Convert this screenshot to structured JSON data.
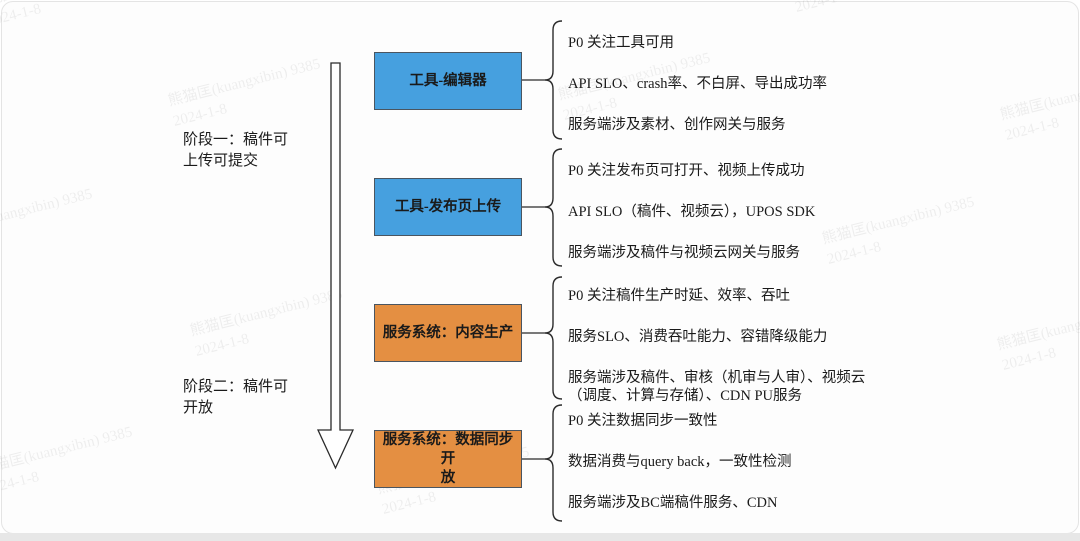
{
  "watermark": {
    "line1": "熊猫匡(kuangxibin) 9385",
    "line2": "2024-1-8"
  },
  "colors": {
    "blue": "#46A0DF",
    "orange": "#E48F42"
  },
  "phases": [
    {
      "label": "阶段一：稿件可\n上传可提交"
    },
    {
      "label": "阶段二：稿件可\n开放"
    }
  ],
  "groups": [
    {
      "box": "工具-编辑器",
      "color": "blue",
      "items": [
        "P0 关注工具可用",
        "API SLO、crash率、不白屏、导出成功率",
        "服务端涉及素材、创作网关与服务"
      ]
    },
    {
      "box": "工具-发布页上传",
      "color": "blue",
      "items": [
        "P0 关注发布页可打开、视频上传成功",
        "API SLO（稿件、视频云），UPOS SDK",
        "服务端涉及稿件与视频云网关与服务"
      ]
    },
    {
      "box": "服务系统：内容生产",
      "color": "orange",
      "items": [
        "P0 关注稿件生产时延、效率、吞吐",
        "服务SLO、消费吞吐能力、容错降级能力",
        "服务端涉及稿件、审核（机审与人审）、视频云\n（调度、计算与存储）、CDN PU服务"
      ]
    },
    {
      "box": "服务系统：数据同步开\n放",
      "color": "orange",
      "items": [
        "P0 关注数据同步一致性",
        "数据消费与query back，一致性检测",
        "服务端涉及BC端稿件服务、CDN"
      ]
    }
  ]
}
